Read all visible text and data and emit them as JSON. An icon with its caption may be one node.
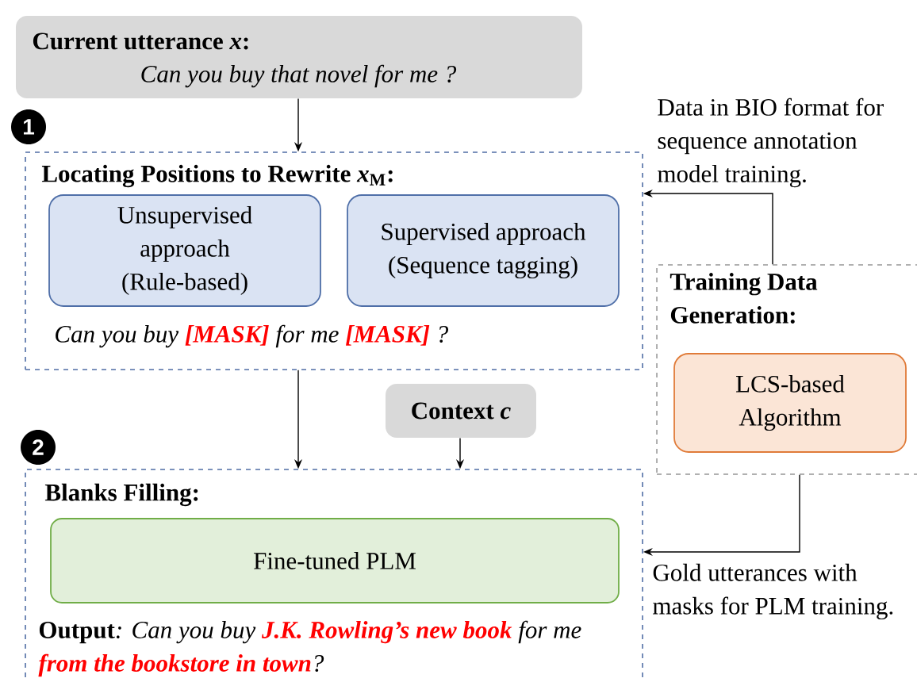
{
  "diagram": {
    "nodes": [
      {
        "text": [
          "Current utterance *x*:",
          "Can you buy that novel for me ?"
        ]
      },
      {
        "text": [
          "Locating Positions to Rewrite *x*$_{M}$:",
          "Can you buy **[MASK]** for me **[MASK]** ?"
        ]
      },
      {
        "text": [
          "Unsupervised approach (Rule-based)"
        ],
        "in": 1
      },
      {
        "text": [
          "Supervised approach (Sequence tagging)"
        ],
        "in": 1
      },
      {
        "text": [
          "Context *c*"
        ]
      },
      {
        "text": [
          "Blanks Filling:",
          "**Output**: Can you buy **J.K. Rowling’s new book** for me **from the bookstore in town**?"
        ]
      },
      {
        "text": [
          "Fine-tuned PLM"
        ],
        "in": 5
      },
      {
        "text": [
          "Training Data Generation:"
        ]
      },
      {
        "text": [
          "LCS-based Algorithm"
        ],
        "in": 7
      }
    ],
    "edges": [
      {
        "from": 0,
        "to": 1,
        "arrow": "to"
      },
      {
        "from": 1,
        "to": 5,
        "arrow": "to"
      },
      {
        "from": 4,
        "to": 5,
        "arrow": "to"
      },
      {
        "from": 7,
        "to": 1,
        "arrow": "to",
        "label": "Data in BIO format for sequence annotation model training."
      },
      {
        "from": 7,
        "to": 5,
        "arrow": "to",
        "label": "Gold utterances with masks for PLM training."
      }
    ],
    "labels": [
      "1",
      "2"
    ]
  }
}
